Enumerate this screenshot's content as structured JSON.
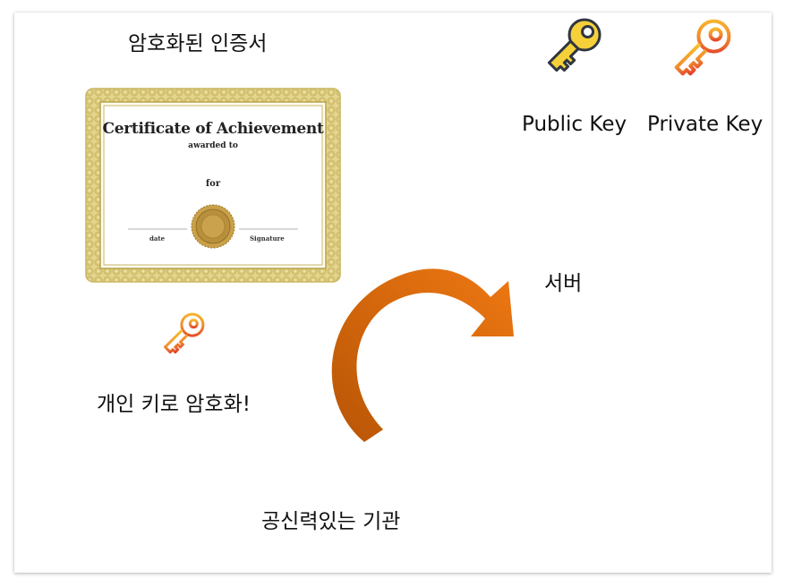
{
  "labels": {
    "encrypted_cert": "암호화된 인증서",
    "public_key": "Public Key",
    "private_key": "Private Key",
    "server": "서버",
    "encrypt_with_private": "개인 키로 암호화!",
    "trusted_authority": "공신력있는 기관"
  },
  "certificate": {
    "title": "Certificate of Achievement",
    "awarded_to": "awarded to",
    "for": "for",
    "date": "date",
    "signature": "Signature"
  },
  "icons": {
    "public_key": "key-icon",
    "private_key": "key-icon",
    "authority_key": "key-icon",
    "arrow": "curved-arrow"
  },
  "colors": {
    "public_key_fill": "#f5d03a",
    "private_key_gradient": [
      "#f7c331",
      "#e2362a"
    ],
    "arrow_gradient": [
      "#b85506",
      "#ee7812"
    ],
    "certificate_border": "#d8c983"
  }
}
